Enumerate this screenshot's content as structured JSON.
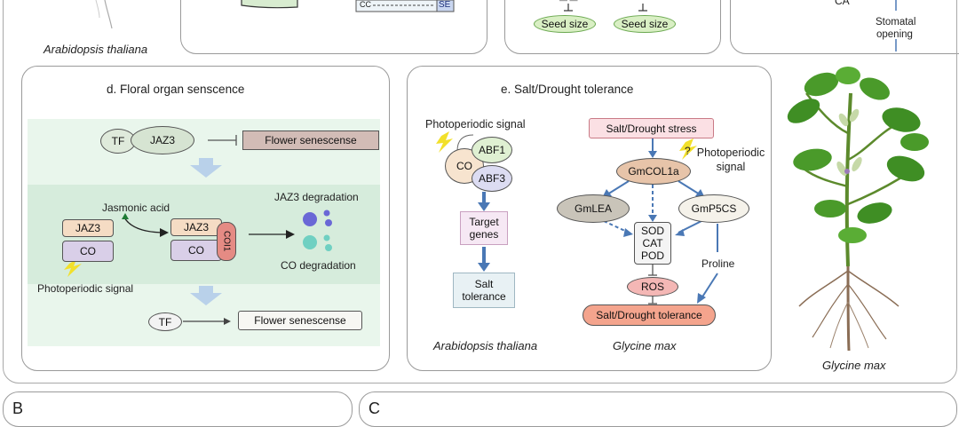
{
  "top": {
    "species_left": "Arabidopsis thaliana",
    "cc": "CC",
    "se": "SE",
    "seed_size_1": "Seed size",
    "seed_size_2": "Seed size",
    "ca": "CA",
    "stomatal": "Stomatal",
    "opening": "opening"
  },
  "panel_d": {
    "title": "d. Floral organ senscence",
    "tf1": "TF",
    "jaz3_1": "JAZ3",
    "flower_senescence_1": "Flower senescense",
    "jasmonic_acid": "Jasmonic acid",
    "jaz3_2": "JAZ3",
    "co_1": "CO",
    "jaz3_3": "JAZ3",
    "co_2": "CO",
    "coi1": "COI1",
    "jaz3_degradation": "JAZ3 degradation",
    "co_degradation": "CO degradation",
    "photoperiodic_signal": "Photoperiodic signal",
    "tf2": "TF",
    "flower_senescence_2": "Flower senescense"
  },
  "panel_e": {
    "title": "e. Salt/Drought tolerance",
    "photoperiodic_signal_left": "Photoperiodic signal",
    "abf1": "ABF1",
    "co": "CO",
    "abf3": "ABF3",
    "target_genes": "Target genes",
    "salt_tolerance": "Salt tolerance",
    "species_left": "Arabidopsis thaliana",
    "stress": "Salt/Drought stress",
    "gmcol1a": "GmCOL1a",
    "question": "?",
    "photoperiodic_signal_right": "Photoperiodic signal",
    "gmlea": "GmLEA",
    "gmp5cs": "GmP5CS",
    "sod": "SOD",
    "cat": "CAT",
    "pod": "POD",
    "proline": "Proline",
    "ros": "ROS",
    "tolerance": "Salt/Drought tolerance",
    "species_right": "Glycine max"
  },
  "plant": {
    "species": "Glycine max"
  },
  "bottom": {
    "label_left": "B",
    "label_right": "C"
  }
}
